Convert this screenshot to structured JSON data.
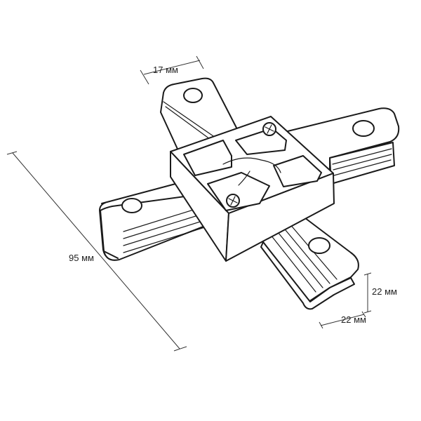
{
  "dimensions": {
    "arm_width": "17 мм",
    "total_length": "95 мм",
    "height": "22 мм",
    "depth": "22 мм"
  }
}
